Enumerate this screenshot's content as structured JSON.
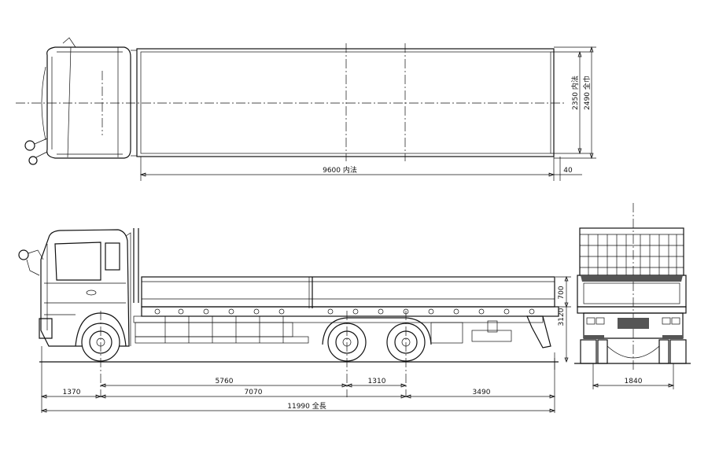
{
  "drawing": {
    "plan_view": {
      "inner_length": "9600 内法",
      "rear_overhang": "40",
      "inner_width": "2350 内法",
      "overall_width": "2490 全巾"
    },
    "side_view": {
      "front_overhang": "1370",
      "first_to_rear_axle": "5760",
      "rear_axle_spacing": "1310",
      "wheelbase": "7070",
      "rear_overhang": "3490",
      "overall_length": "11990 全長",
      "side_gate_height": "700",
      "bed_height": "3120"
    },
    "rear_view": {
      "rear_track": "1840"
    }
  }
}
